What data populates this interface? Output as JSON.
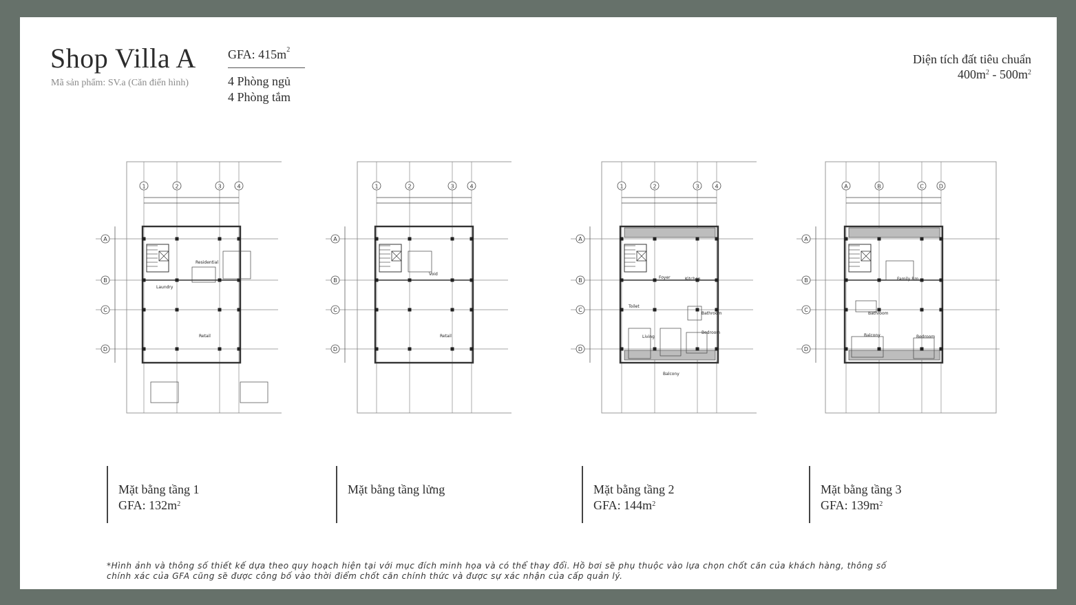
{
  "header": {
    "title": "Shop Villa A",
    "product_code": "Mã sản phẩm: SV.a (Căn điển hình)",
    "gfa_label": "GFA: 415m",
    "bedrooms": "4 Phòng ngủ",
    "bathrooms": "4 Phòng tắm"
  },
  "land_area": {
    "label": "Diện tích đất tiêu chuẩn",
    "range_min": "400m",
    "range_sep": " - ",
    "range_max": "500m"
  },
  "floors": [
    {
      "name": "Mặt bằng tầng 1",
      "gfa": "GFA: 132m",
      "rooms": [
        "Residential",
        "Laundry",
        "Retail"
      ]
    },
    {
      "name": "Mặt bằng tầng lửng",
      "gfa": "",
      "rooms": [
        "Void",
        "Retail"
      ]
    },
    {
      "name": "Mặt bằng tầng 2",
      "gfa": "GFA: 144m",
      "rooms": [
        "Foyer",
        "Kitchen",
        "Toilet",
        "Living",
        "Bathroom",
        "Bedroom",
        "Balcony"
      ]
    },
    {
      "name": "Mặt bằng tầng 3",
      "gfa": "GFA: 139m",
      "rooms": [
        "Family Rm",
        "Bathroom",
        "Bedroom",
        "Balcony"
      ]
    }
  ],
  "grid_labels_numeric": [
    "1",
    "2",
    "3",
    "4"
  ],
  "grid_labels_alpha": [
    "A",
    "B",
    "C",
    "D"
  ],
  "footnote": "*Hình ảnh và thông số thiết kế dựa theo quy hoạch hiện tại với mục đích minh họa và có thể thay đổi. Hồ bơi sẽ phụ thuộc vào lựa chọn chốt căn của khách hàng, thông số chính xác của GFA cũng sẽ được công bố vào thời điểm chốt căn chính thức và được sự xác nhận của cấp quản lý.",
  "colors": {
    "frame": "#66716a",
    "card": "#ffffff",
    "line": "#333333"
  }
}
